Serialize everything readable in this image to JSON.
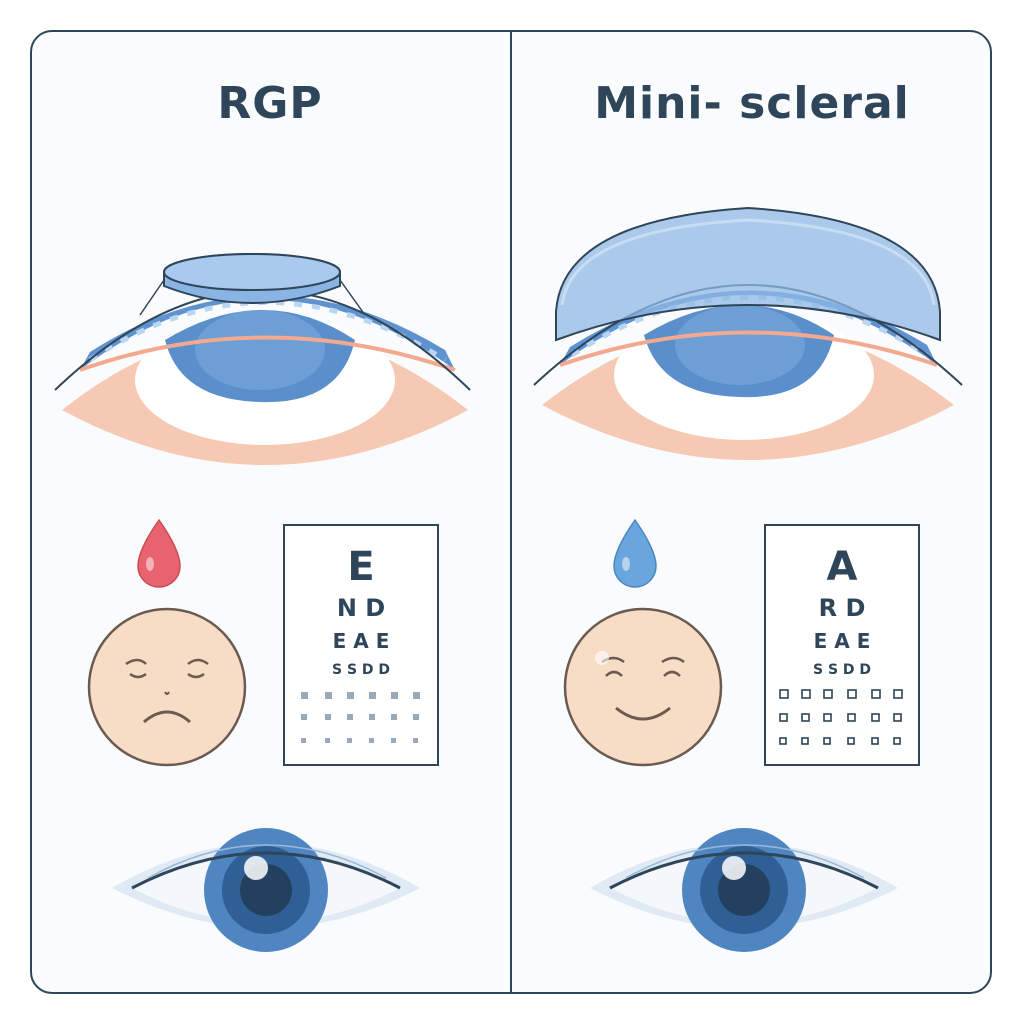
{
  "panels": [
    {
      "id": "rgp",
      "title": "RGP",
      "drop_color": "#e8636d",
      "face_mood": "sad",
      "chart_lines": [
        "E",
        "N D",
        "E A E",
        "S S D D"
      ]
    },
    {
      "id": "mini-scleral",
      "title": "Mini- scleral",
      "drop_color": "#6aa6de",
      "face_mood": "happy",
      "chart_lines": [
        "A",
        "R D",
        "E A E",
        "S S D D"
      ]
    }
  ],
  "colors": {
    "outline": "#2f4559",
    "lens_blue": "#8fb8e6",
    "iris_blue": "#4f86c2",
    "skin": "#f6c9b5",
    "face": "#f7dcc6"
  }
}
